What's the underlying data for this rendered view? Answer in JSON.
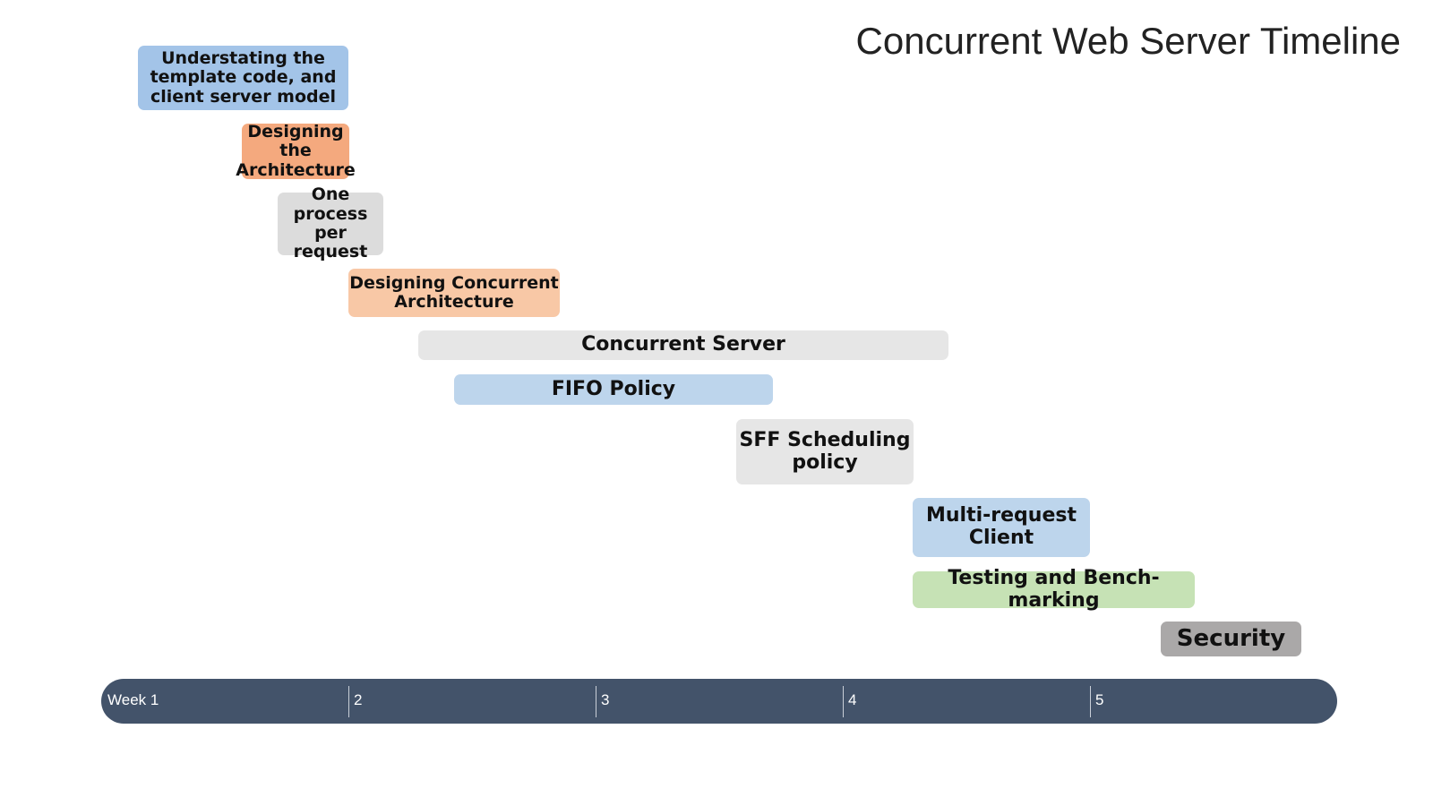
{
  "title": "Concurrent Web Server Timeline",
  "axis": {
    "ticks": [
      "Week 1",
      "2",
      "3",
      "4",
      "5"
    ]
  },
  "tasks": [
    {
      "label": "Understating the\ntemplate code, and\nclient server model",
      "color": "#a3c4e8"
    },
    {
      "label": "Designing the\nArchitecture",
      "color": "#f4a97e"
    },
    {
      "label": "One process\nper request",
      "color": "#dcdcdc"
    },
    {
      "label": "Designing Concurrent\nArchitecture",
      "color": "#f8c8a6"
    },
    {
      "label": "Concurrent Server",
      "color": "#e6e6e6"
    },
    {
      "label": "FIFO Policy",
      "color": "#bdd5ec"
    },
    {
      "label": "SFF Scheduling\npolicy",
      "color": "#e6e6e6"
    },
    {
      "label": "Multi-request\nClient",
      "color": "#bdd5ec"
    },
    {
      "label": "Testing and Bench-marking",
      "color": "#c6e2b5"
    },
    {
      "label": "Security",
      "color": "#aaa8a8"
    }
  ]
}
